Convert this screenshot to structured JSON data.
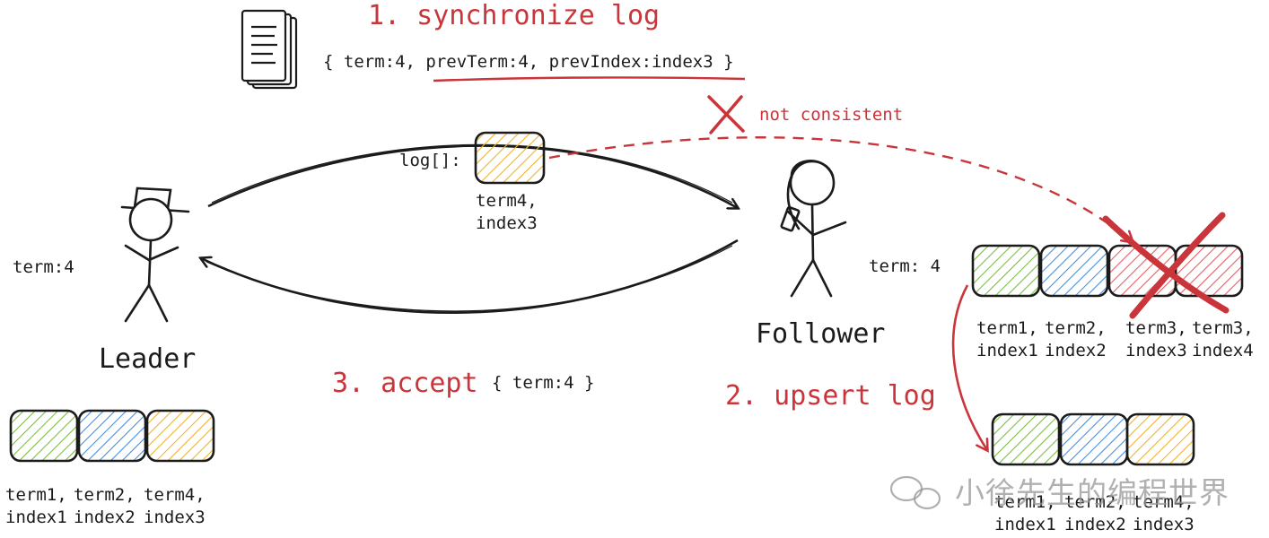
{
  "steps": {
    "step1": "1. synchronize log",
    "step2": "2. upsert log",
    "step3": "3. accept"
  },
  "messages": {
    "sync_payload": "{ term:4, prevTerm:4, prevIndex:index3 }",
    "accept_payload": "{ term:4 }",
    "not_consistent": "not consistent",
    "log_label": "log[]:",
    "log_entry_caption": [
      "term4,",
      "index3"
    ]
  },
  "leader": {
    "name": "Leader",
    "term": "term:4",
    "log": [
      {
        "term": "term1,",
        "index": "index1",
        "color": "#7bc043"
      },
      {
        "term": "term2,",
        "index": "index2",
        "color": "#4a90d9"
      },
      {
        "term": "term4,",
        "index": "index3",
        "color": "#f0b429"
      }
    ]
  },
  "follower": {
    "name": "Follower",
    "term": "term: 4",
    "log_before": [
      {
        "term": "term1,",
        "index": "index1",
        "color": "#7bc043"
      },
      {
        "term": "term2,",
        "index": "index2",
        "color": "#4a90d9"
      },
      {
        "term": "term3,",
        "index": "index3",
        "color": "#e85d64"
      },
      {
        "term": "term3,",
        "index": "index4",
        "color": "#e85d64"
      }
    ],
    "log_after": [
      {
        "term": "term1,",
        "index": "index1",
        "color": "#7bc043"
      },
      {
        "term": "term2,",
        "index": "index2",
        "color": "#4a90d9"
      },
      {
        "term": "term4,",
        "index": "index3",
        "color": "#f0b429"
      }
    ]
  },
  "colors": {
    "accent_red": "#c9353a",
    "green": "#7bc043",
    "blue": "#4a90d9",
    "yellow": "#f0b429",
    "red": "#e85d64"
  },
  "watermark": "小徐先生的编程世界"
}
